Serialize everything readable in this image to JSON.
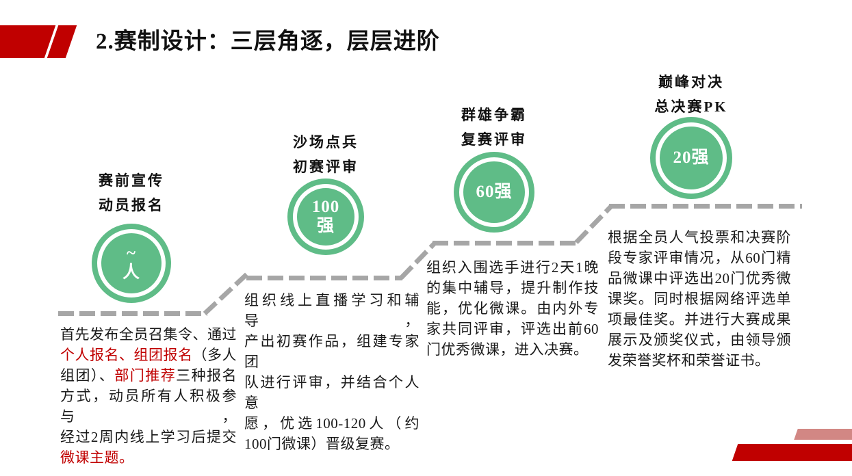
{
  "colors": {
    "accent": "#C00000",
    "pink": "#D28784",
    "green": "#5FBC87",
    "dash_gray": "#A6A6A6"
  },
  "header": {
    "title": "2.赛制设计：三层角逐，层层进阶"
  },
  "stages": [
    {
      "heading": [
        "赛前宣传",
        "动员报名"
      ],
      "badge": [
        "~",
        "人"
      ],
      "body": [
        [
          {
            "t": "首先发布全员召集令、通过"
          }
        ],
        [
          {
            "t": "个人报名、组团报名",
            "red": true
          },
          {
            "t": "（多人"
          }
        ],
        [
          {
            "t": "组团）、"
          },
          {
            "t": "部门推荐",
            "red": true
          },
          {
            "t": "三种报名"
          }
        ],
        [
          {
            "t": "方式，动员所有人积极参与，"
          }
        ],
        [
          {
            "t": "经过2周内线上学习后提交"
          }
        ],
        [
          {
            "t": "微课主题。",
            "red": true
          }
        ]
      ]
    },
    {
      "heading": [
        "沙场点兵",
        "初赛评审"
      ],
      "badge": [
        "100",
        "强"
      ],
      "body": [
        [
          {
            "t": "组织线上直播学习和辅导，"
          }
        ],
        [
          {
            "t": "产出初赛作品，组建专家团"
          }
        ],
        [
          {
            "t": "队进行评审，并结合个人意"
          }
        ],
        [
          {
            "t": "愿，优选100-120人（约"
          }
        ],
        [
          {
            "t": "100门微课）晋级复赛。"
          }
        ]
      ]
    },
    {
      "heading": [
        "群雄争霸",
        "复赛评审"
      ],
      "badge": [
        "60强"
      ],
      "body": [
        [
          {
            "t": "组织入围选手进行2天1晚"
          }
        ],
        [
          {
            "t": "的集中辅导，提升制作技"
          }
        ],
        [
          {
            "t": "能，优化微课。由内外专"
          }
        ],
        [
          {
            "t": "家共同评审，评选出前60"
          }
        ],
        [
          {
            "t": "门优秀微课，进入决赛。"
          }
        ]
      ]
    },
    {
      "heading": [
        "巅峰对决",
        "总决赛PK"
      ],
      "badge": [
        "20强"
      ],
      "body": [
        [
          {
            "t": "根据全员人气投票和决赛阶"
          }
        ],
        [
          {
            "t": "段专家评审情况，从60门精"
          }
        ],
        [
          {
            "t": "品微课中评选出20门优秀微"
          }
        ],
        [
          {
            "t": "课奖。同时根据网络评选单"
          }
        ],
        [
          {
            "t": "项最佳奖。并进行大赛成果"
          }
        ],
        [
          {
            "t": "展示及颁奖仪式，由领导颁"
          }
        ],
        [
          {
            "t": "发荣誉奖杯和荣誉证书。"
          }
        ]
      ]
    }
  ]
}
